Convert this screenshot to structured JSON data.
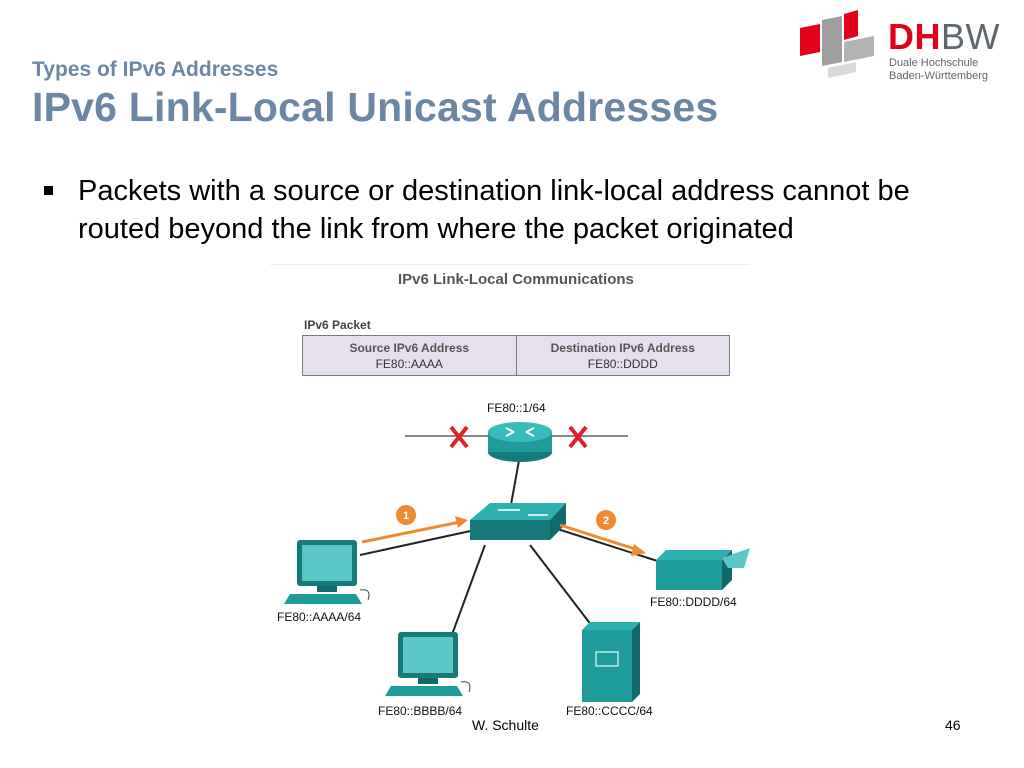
{
  "header": {
    "subtitle": "Types of IPv6 Addresses",
    "title": "IPv6 Link-Local Unicast Addresses"
  },
  "logo": {
    "name_part1": "DH",
    "name_part2": "BW",
    "line1": "Duale Hochschule",
    "line2": "Baden-Württemberg",
    "brand_red": "#e2001a",
    "brand_gray": "#5d6770"
  },
  "bullet": {
    "text": "Packets with a source or destination link-local address cannot be routed beyond the link from where the packet originated"
  },
  "figure": {
    "title": "IPv6 Link-Local Communications",
    "packet_label": "IPv6 Packet",
    "source_header": "Source IPv6 Address",
    "source_value": "FE80::AAAA",
    "dest_header": "Destination IPv6 Address",
    "dest_value": "FE80::DDDD",
    "router_label": "FE80::1/64",
    "blocked_mark": "X",
    "step1": "1",
    "step2": "2",
    "host_a": "FE80::AAAA/64",
    "host_b": "FE80::BBBB/64",
    "host_c": "FE80::CCCC/64",
    "host_d": "FE80::DDDD/64",
    "device_color": "#1f9b9b",
    "arrow_color": "#f08a30",
    "x_color": "#e0202a"
  },
  "footer": {
    "author": "W. Schulte",
    "page": "46"
  }
}
